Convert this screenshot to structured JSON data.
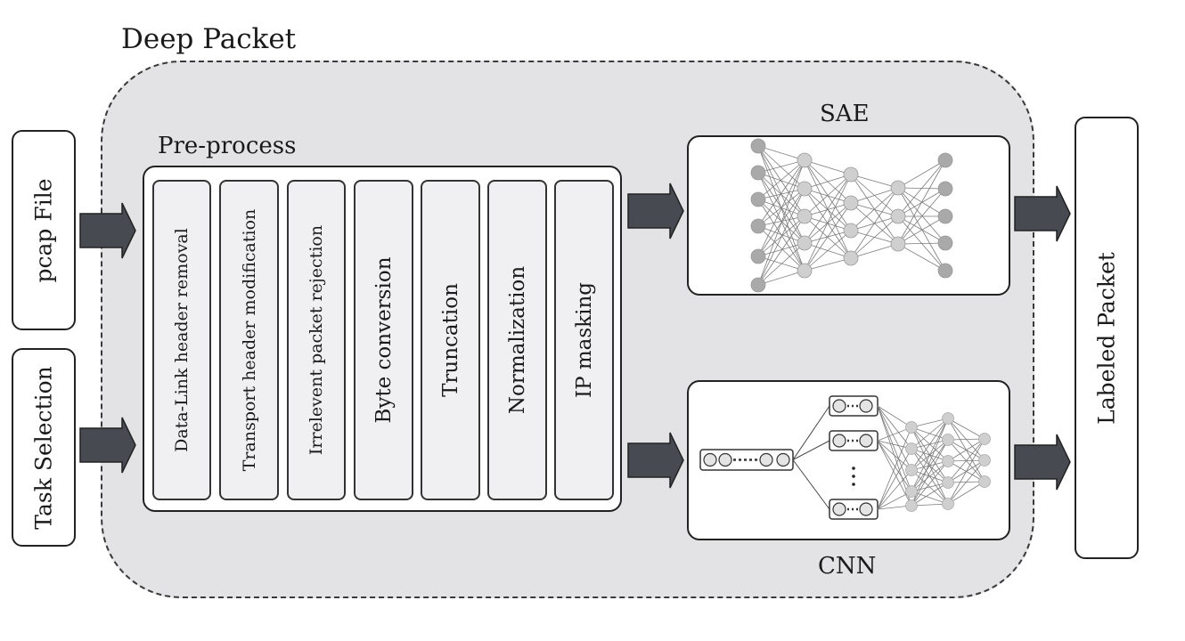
{
  "title": "Deep Packet",
  "inputs": {
    "pcap": "pcap File",
    "task": "Task Selection"
  },
  "preprocess": {
    "label": "Pre-process",
    "steps": [
      "Data-Link header removal",
      "Transport header modification",
      "Irrelevent packet rejection",
      "Byte conversion",
      "Truncation",
      "Normalization",
      "IP masking"
    ]
  },
  "models": {
    "sae": "SAE",
    "cnn": "CNN"
  },
  "output": "Labeled Packet",
  "colors": {
    "arrow_fill": "#474b51",
    "outer_fill": "#e3e3e6",
    "node_light": "#cfcfcf",
    "node_dark": "#a9a9a9",
    "edge": "#7a7a7a"
  }
}
